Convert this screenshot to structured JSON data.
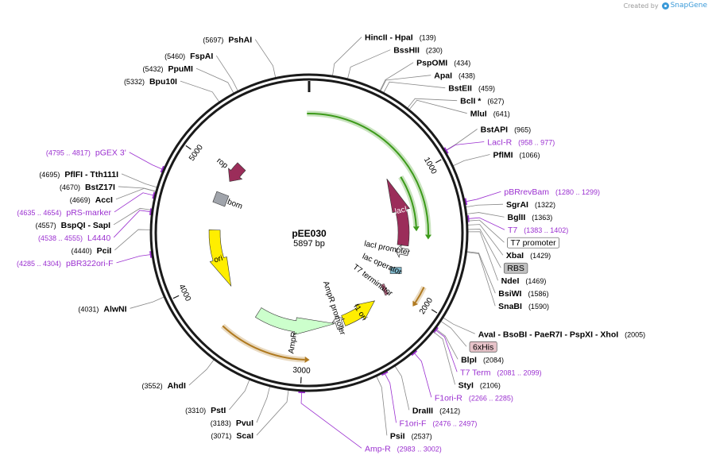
{
  "credit": {
    "created_by": "Created by",
    "brand": "SnapGene"
  },
  "plasmid": {
    "name": "pEE030",
    "length": "5897 bp",
    "total_bp": 5897
  },
  "colors": {
    "enzyme": "#000000",
    "primer": "#9b30d0",
    "backbone": "#1a1a1a",
    "lacI": "#9b2d5a",
    "rop": "#9b2d5a",
    "bom": "#a0a4ab",
    "ori": "#ffee00",
    "AmpR": "#ccffcc",
    "f1ori": "#ffee00",
    "promoter_arrow": "#ffffff",
    "green_line": "#3c9a1a",
    "orange_line": "#b07a20",
    "tag_6xHis": "#e7c3c9",
    "tag_RBS": "#c0c0c0"
  },
  "ticks": [
    {
      "label": "1000",
      "bp": 1000
    },
    {
      "label": "2000",
      "bp": 2000
    },
    {
      "label": "3000",
      "bp": 3000
    },
    {
      "label": "4000",
      "bp": 4000
    },
    {
      "label": "5000",
      "bp": 5000
    }
  ],
  "features": [
    {
      "name": "lacI",
      "icon": "arrow",
      "start": 905,
      "end": 1600,
      "direction": "ccw",
      "color": "#9b2d5a",
      "label_on_arrow": true
    },
    {
      "name": "lacI promoter",
      "icon": "promoter-arrow",
      "bp": 1660,
      "direction": "ccw"
    },
    {
      "name": "lac operator",
      "icon": "operator-box",
      "bp": 1860
    },
    {
      "name": "T7 terminator",
      "icon": "terminator",
      "bp": 2080
    },
    {
      "name": "f1 ori",
      "icon": "arrow",
      "start": 2230,
      "end": 2600,
      "direction": "ccw",
      "color": "#ffee00",
      "label_on_arrow": true
    },
    {
      "name": "AmpR promoter",
      "icon": "promoter-arrow",
      "bp": 2650,
      "direction": "ccw"
    },
    {
      "name": "AmpR",
      "icon": "arrow",
      "start": 2690,
      "end": 3480,
      "direction": "ccw",
      "color": "#ccffcc",
      "label_on_arrow": false
    },
    {
      "name": "ori",
      "icon": "arrow",
      "start": 3860,
      "end": 4450,
      "direction": "ccw",
      "color": "#ffee00",
      "label_on_arrow": true
    },
    {
      "name": "bom",
      "icon": "box",
      "bp": 4765
    },
    {
      "name": "rop",
      "icon": "arrow",
      "start": 4960,
      "end": 5150,
      "direction": "ccw",
      "color": "#9b2d5a",
      "label_on_arrow": false
    }
  ],
  "orfs": [
    {
      "color": "#3c9a1a",
      "start": 5880,
      "end": 1490,
      "direction": "cw"
    },
    {
      "color": "#3c9a1a",
      "start": 960,
      "end": 1420,
      "direction": "cw"
    },
    {
      "color": "#b07a20",
      "start": 1890,
      "end": 2020,
      "direction": "cw"
    },
    {
      "color": "#b07a20",
      "start": 2980,
      "end": 3650,
      "direction": "ccw"
    }
  ],
  "labels": [
    {
      "kind": "enzyme",
      "name": "PshAI",
      "pos": "(5697)",
      "bp": 5697,
      "side": "left"
    },
    {
      "kind": "enzyme",
      "name": "FspAI",
      "pos": "(5460)",
      "bp": 5460,
      "side": "left"
    },
    {
      "kind": "enzyme",
      "name": "PpuMI",
      "pos": "(5432)",
      "bp": 5432,
      "side": "left"
    },
    {
      "kind": "enzyme",
      "name": "Bpu10I",
      "pos": "(5332)",
      "bp": 5332,
      "side": "left"
    },
    {
      "kind": "primer",
      "name": "pGEX 3'",
      "pos": "(4795 .. 4817)",
      "bp": 4806,
      "side": "left"
    },
    {
      "kind": "enzyme",
      "name": "PflFI  - Tth111I",
      "pos": "(4695)",
      "bp": 4695,
      "side": "left"
    },
    {
      "kind": "enzyme",
      "name": "BstZ17I",
      "pos": "(4670)",
      "bp": 4670,
      "side": "left"
    },
    {
      "kind": "enzyme",
      "name": "AccI",
      "pos": "(4669)",
      "bp": 4669,
      "side": "left"
    },
    {
      "kind": "primer",
      "name": "pRS-marker",
      "pos": "(4635 .. 4654)",
      "bp": 4644,
      "side": "left"
    },
    {
      "kind": "enzyme",
      "name": "BspQI  - SapI",
      "pos": "(4557)",
      "bp": 4557,
      "side": "left"
    },
    {
      "kind": "primer",
      "name": "L4440",
      "pos": "(4538 .. 4555)",
      "bp": 4546,
      "side": "left"
    },
    {
      "kind": "enzyme",
      "name": "PciI",
      "pos": "(4440)",
      "bp": 4440,
      "side": "left"
    },
    {
      "kind": "primer",
      "name": "pBR322ori-F",
      "pos": "(4285 .. 4304)",
      "bp": 4294,
      "side": "left"
    },
    {
      "kind": "enzyme",
      "name": "AlwNI",
      "pos": "(4031)",
      "bp": 4031,
      "side": "left"
    },
    {
      "kind": "enzyme",
      "name": "AhdI",
      "pos": "(3552)",
      "bp": 3552,
      "side": "left"
    },
    {
      "kind": "enzyme",
      "name": "PstI",
      "pos": "(3310)",
      "bp": 3310,
      "side": "left"
    },
    {
      "kind": "enzyme",
      "name": "PvuI",
      "pos": "(3183)",
      "bp": 3183,
      "side": "left"
    },
    {
      "kind": "enzyme",
      "name": "ScaI",
      "pos": "(3071)",
      "bp": 3071,
      "side": "left"
    },
    {
      "kind": "primer",
      "name": "Amp-R",
      "pos": "(2983 .. 3002)",
      "bp": 2992,
      "side": "right"
    },
    {
      "kind": "enzyme",
      "name": "HincII  - HpaI",
      "pos": "(139)",
      "bp": 139,
      "side": "right"
    },
    {
      "kind": "enzyme",
      "name": "BssHII",
      "pos": "(230)",
      "bp": 230,
      "side": "right"
    },
    {
      "kind": "enzyme",
      "name": "PspOMI",
      "pos": "(434)",
      "bp": 434,
      "side": "right"
    },
    {
      "kind": "enzyme",
      "name": "ApaI",
      "pos": "(438)",
      "bp": 438,
      "side": "right"
    },
    {
      "kind": "enzyme",
      "name": "BstEII",
      "pos": "(459)",
      "bp": 459,
      "side": "right"
    },
    {
      "kind": "enzyme",
      "name": "BclI *",
      "pos": "(627)",
      "bp": 627,
      "side": "right"
    },
    {
      "kind": "enzyme",
      "name": "MluI",
      "pos": "(641)",
      "bp": 641,
      "side": "right"
    },
    {
      "kind": "primer",
      "name": "LacI-R",
      "pos": "(958 .. 977)",
      "bp": 967,
      "side": "right"
    },
    {
      "kind": "enzyme",
      "name": "BstAPI",
      "pos": "(965)",
      "bp": 965,
      "side": "right"
    },
    {
      "kind": "enzyme",
      "name": "PflMI",
      "pos": "(1066)",
      "bp": 1066,
      "side": "right"
    },
    {
      "kind": "primer",
      "name": "pBRrevBam",
      "pos": "(1280 .. 1299)",
      "bp": 1290,
      "side": "right"
    },
    {
      "kind": "enzyme",
      "name": "SgrAI",
      "pos": "(1322)",
      "bp": 1322,
      "side": "right"
    },
    {
      "kind": "enzyme",
      "name": "BglII",
      "pos": "(1363)",
      "bp": 1363,
      "side": "right"
    },
    {
      "kind": "primer",
      "name": "T7",
      "pos": "(1383 .. 1402)",
      "bp": 1392,
      "side": "right"
    },
    {
      "kind": "boxed",
      "name": "T7 promoter",
      "pos": "",
      "bp": 1405,
      "side": "right",
      "fill": "#ffffff"
    },
    {
      "kind": "enzyme",
      "name": "XbaI",
      "pos": "(1429)",
      "bp": 1429,
      "side": "right"
    },
    {
      "kind": "boxed",
      "name": "RBS",
      "pos": "",
      "bp": 1455,
      "side": "right",
      "fill": "#c0c0c0"
    },
    {
      "kind": "enzyme",
      "name": "NdeI",
      "pos": "(1469)",
      "bp": 1469,
      "side": "right"
    },
    {
      "kind": "enzyme",
      "name": "BsiWI",
      "pos": "(1586)",
      "bp": 1586,
      "side": "right"
    },
    {
      "kind": "enzyme",
      "name": "SnaBI",
      "pos": "(1590)",
      "bp": 1590,
      "side": "right"
    },
    {
      "kind": "enzyme",
      "name": "AvaI  - BsoBI  - PaeR7I  - PspXI  - XhoI",
      "pos": "(2005)",
      "bp": 2005,
      "side": "right"
    },
    {
      "kind": "boxed",
      "name": "6xHis",
      "pos": "",
      "bp": 2030,
      "side": "right",
      "fill": "#e7c3c9"
    },
    {
      "kind": "enzyme",
      "name": "BlpI",
      "pos": "(2084)",
      "bp": 2084,
      "side": "right"
    },
    {
      "kind": "primer",
      "name": "T7 Term",
      "pos": "(2081 .. 2099)",
      "bp": 2090,
      "side": "right"
    },
    {
      "kind": "enzyme",
      "name": "StyI",
      "pos": "(2106)",
      "bp": 2106,
      "side": "right"
    },
    {
      "kind": "primer",
      "name": "F1ori-R",
      "pos": "(2266 .. 2285)",
      "bp": 2275,
      "side": "right"
    },
    {
      "kind": "enzyme",
      "name": "DraIII",
      "pos": "(2412)",
      "bp": 2412,
      "side": "right"
    },
    {
      "kind": "primer",
      "name": "F1ori-F",
      "pos": "(2476 .. 2497)",
      "bp": 2486,
      "side": "right"
    },
    {
      "kind": "enzyme",
      "name": "PsiI",
      "pos": "(2537)",
      "bp": 2537,
      "side": "right"
    }
  ]
}
